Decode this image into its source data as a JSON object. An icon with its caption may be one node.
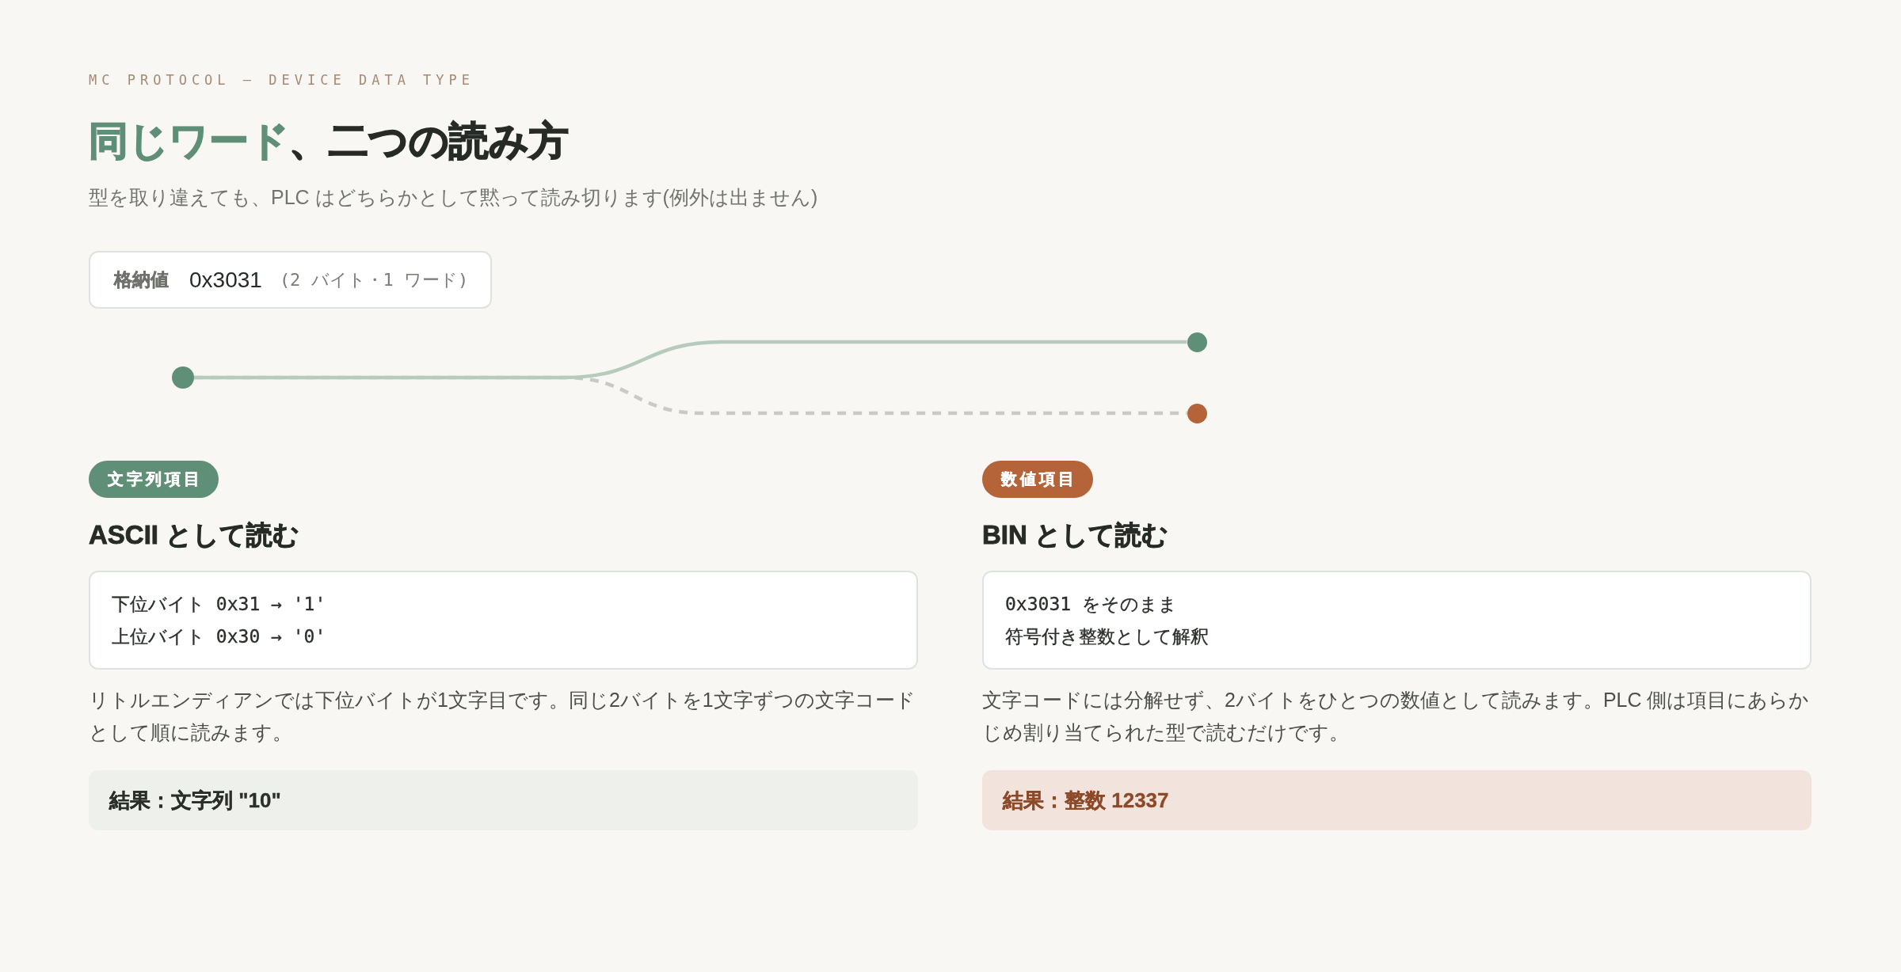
{
  "diagram": {
    "title": "**同じワード**、二つの読み方",
    "nodes": [
      {
        "text": [
          "格納値",
          "0x3031",
          "(2 バイト・1 ワード)"
        ]
      },
      {
        "text": [],
        "shape": "circle"
      },
      {
        "text": [],
        "shape": "circle"
      },
      {
        "text": [],
        "shape": "circle"
      },
      {
        "text": [
          "文字列項目"
        ]
      },
      {
        "text": [
          "下位バイト 0x31 → '1'",
          "上位バイト 0x30 → '0'"
        ]
      },
      {
        "text": [
          "結果：文字列 \"10\""
        ]
      },
      {
        "text": [
          "数値項目"
        ]
      },
      {
        "text": [
          "0x3031 をそのまま",
          "符号付き整数として解釈"
        ]
      },
      {
        "text": [
          "結果：整数 12337"
        ]
      }
    ],
    "edges": [
      {
        "from": 1,
        "to": 2,
        "arrow": "none",
        "color": "#b6cbbc"
      },
      {
        "from": 1,
        "to": 3,
        "arrow": "none",
        "style": "dashed",
        "color": "#c9c9c5"
      }
    ],
    "labels": [
      "MC PROTOCOL — DEVICE DATA TYPE",
      "型を取り違えても、PLC はどちらかとして黙って読み切ります(例外は出ません)",
      "ASCII として読む",
      "リトルエンディアンでは下位バイトが1文字目です。同じ2バイトを1文字ずつの文字コードとして順に読みます。",
      "BIN として読む",
      "文字コードには分解せず、2バイトをひとつの数値として読みます。PLC 側は項目にあらかじめ割り当てられた型で読むだけです。"
    ]
  }
}
